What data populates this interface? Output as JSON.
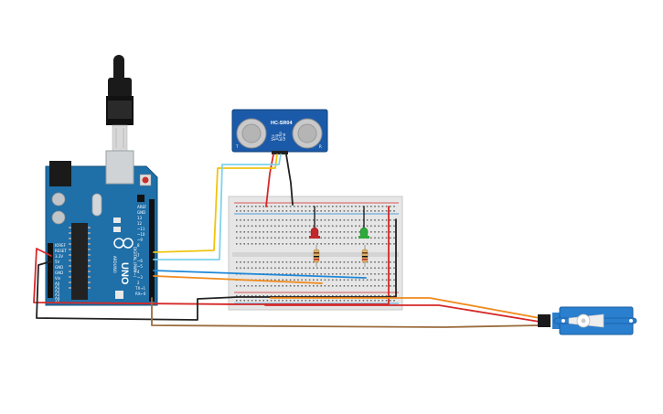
{
  "colors": {
    "arduino_board": "#1f6fa8",
    "arduino_dark": "#154f7c",
    "sensor_board": "#1b5aa8",
    "breadboard": "#e6e6e6",
    "wire_red": "#d62828",
    "wire_black": "#222222",
    "wire_yellow": "#f1c40f",
    "wire_cyan": "#7fd3ec",
    "wire_blue": "#1e88d8",
    "wire_orange": "#f08a1c",
    "wire_brown": "#9a6b3c",
    "led_red": "#c0282d",
    "led_green": "#2eaa3a",
    "servo_body": "#2a7fcf"
  },
  "components": {
    "arduino": {
      "logo_text": "ARDUINO",
      "model_text": "UNO",
      "power_labels": [
        "IOREF",
        "RESET",
        "3.3V",
        "5V",
        "GND",
        "GND",
        "Vin"
      ],
      "analog_labels": [
        "A0",
        "A1",
        "A2",
        "A3",
        "A4",
        "A5"
      ],
      "digital_labels": [
        "AREF",
        "GND",
        "13",
        "12",
        "~11",
        "~10",
        "~9",
        "8",
        "7",
        "~6",
        "~5",
        "4",
        "~3",
        "2",
        "TX→1",
        "RX←0"
      ],
      "digital_title": "DIGITAL (PWM~)"
    },
    "sensor": {
      "label": "HC-SR04",
      "left_mark": "T",
      "right_mark": "R",
      "pin_labels": [
        "Vcc",
        "Trig",
        "Echo",
        "Gnd"
      ]
    },
    "leds": [
      {
        "name": "red-led",
        "color": "#c0282d"
      },
      {
        "name": "green-led",
        "color": "#2eaa3a"
      }
    ],
    "servo": {
      "color": "#2a7fcf"
    }
  }
}
